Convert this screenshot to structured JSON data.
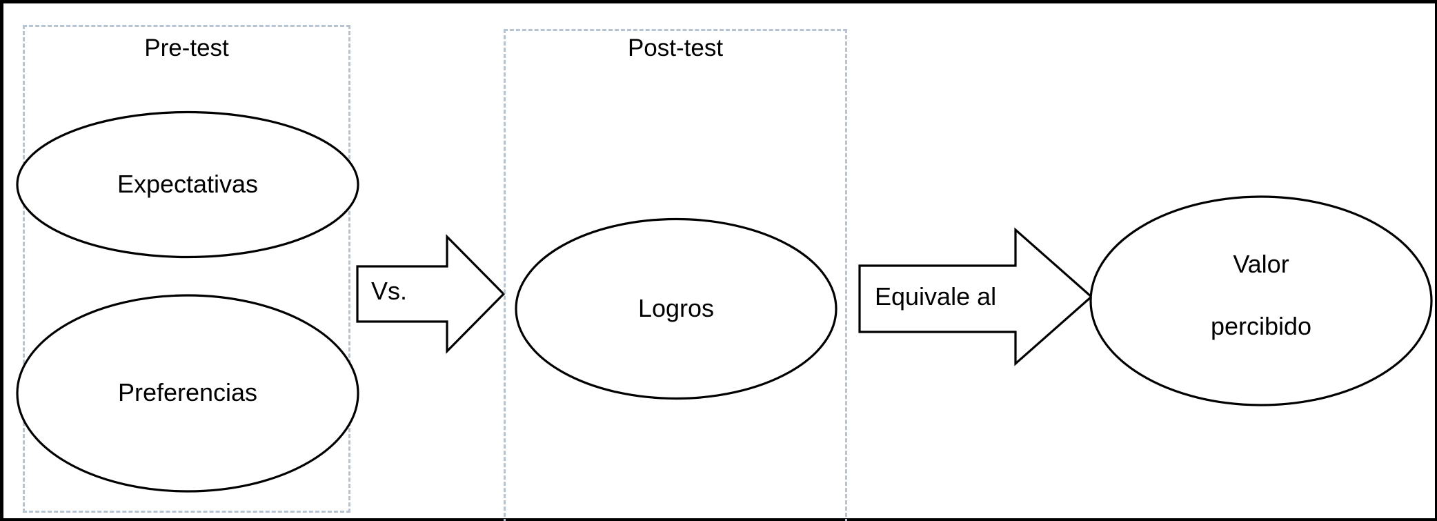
{
  "figure": {
    "background_color": "#ffffff",
    "frame_color": "#000000",
    "group_border_color": "#b6c3d0",
    "shape_stroke_color": "#000000",
    "text_color": "#000000"
  },
  "groups": [
    {
      "id": "pre-test",
      "label": "Pre-test"
    },
    {
      "id": "post-test",
      "label": "Post-test"
    }
  ],
  "nodes": [
    {
      "id": "expectativas",
      "label": "Expectativas"
    },
    {
      "id": "preferencias",
      "label": "Preferencias"
    },
    {
      "id": "logros",
      "label": "Logros"
    },
    {
      "id": "valor-percibido",
      "label_line1": "Valor",
      "label_line2": "percibido"
    }
  ],
  "arrows": [
    {
      "id": "vs-arrow",
      "label": "Vs.",
      "direction": "right"
    },
    {
      "id": "equivale-al-arrow",
      "label": "Equivale al",
      "direction": "right"
    }
  ]
}
